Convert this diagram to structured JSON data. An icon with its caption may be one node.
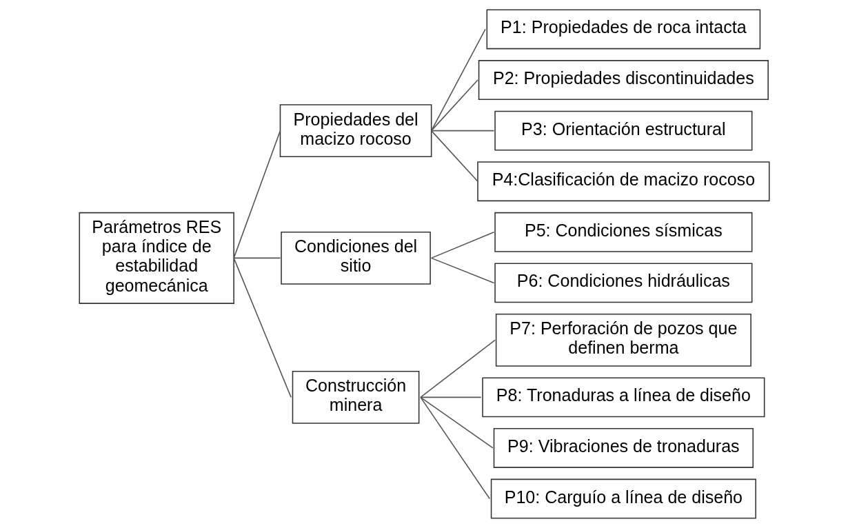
{
  "diagram": {
    "nodes": [
      {
        "text": [
          "Parámetros RES para índice de estabilidad geomecánica"
        ]
      },
      {
        "text": [
          "Propiedades del macizo rocoso"
        ]
      },
      {
        "text": [
          "P1: Propiedades de roca intacta"
        ]
      },
      {
        "text": [
          "P2: Propiedades discontinuidades"
        ]
      },
      {
        "text": [
          "P3: Orientación estructural"
        ]
      },
      {
        "text": [
          "P4:Clasificación de macizo rocoso"
        ]
      },
      {
        "text": [
          "Condiciones del sitio"
        ]
      },
      {
        "text": [
          "P5: Condiciones sísmicas"
        ]
      },
      {
        "text": [
          "P6: Condiciones hidráulicas"
        ]
      },
      {
        "text": [
          "Construcción minera"
        ]
      },
      {
        "text": [
          "P7: Perforación de pozos que definen berma"
        ]
      },
      {
        "text": [
          "P8: Tronaduras a línea de diseño"
        ]
      },
      {
        "text": [
          "P9: Vibraciones de tronaduras"
        ]
      },
      {
        "text": [
          "P10: Carguío a línea de diseño"
        ]
      }
    ],
    "edges": [
      {
        "from": 0,
        "to": 1,
        "arrow": "none"
      },
      {
        "from": 0,
        "to": 6,
        "arrow": "none"
      },
      {
        "from": 0,
        "to": 9,
        "arrow": "none"
      },
      {
        "from": 1,
        "to": 2,
        "arrow": "none"
      },
      {
        "from": 1,
        "to": 3,
        "arrow": "none"
      },
      {
        "from": 1,
        "to": 4,
        "arrow": "none"
      },
      {
        "from": 1,
        "to": 5,
        "arrow": "none"
      },
      {
        "from": 6,
        "to": 7,
        "arrow": "none"
      },
      {
        "from": 6,
        "to": 8,
        "arrow": "none"
      },
      {
        "from": 9,
        "to": 10,
        "arrow": "none"
      },
      {
        "from": 9,
        "to": 11,
        "arrow": "none"
      },
      {
        "from": 9,
        "to": 12,
        "arrow": "none"
      },
      {
        "from": 9,
        "to": 13,
        "arrow": "none"
      }
    ]
  }
}
